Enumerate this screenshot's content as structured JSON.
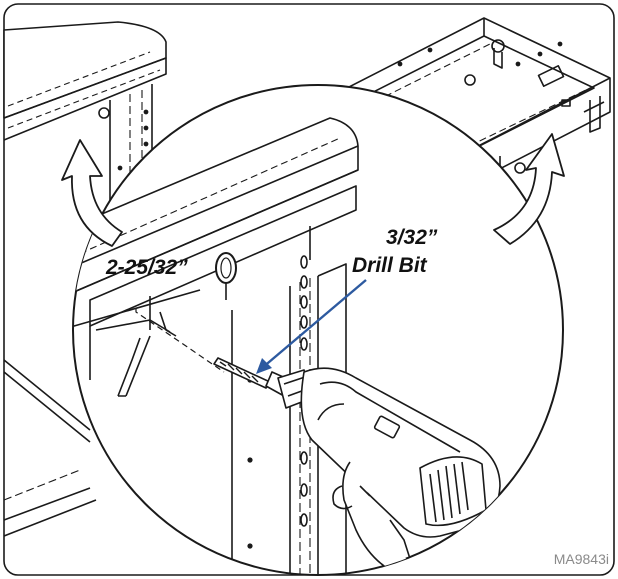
{
  "figure": {
    "labels": {
      "dimension": "2-25/32”",
      "bit_size": "3/32”",
      "bit_name": "Drill Bit"
    },
    "figure_code": "MA9843i"
  },
  "colors": {
    "line": "#1a1a1a",
    "background": "#ffffff",
    "code": "#8a8a8a",
    "pointer": "#2d5aa0"
  },
  "icons": [
    "drill-icon",
    "drill-bit-icon",
    "curved-arrow-icon"
  ]
}
